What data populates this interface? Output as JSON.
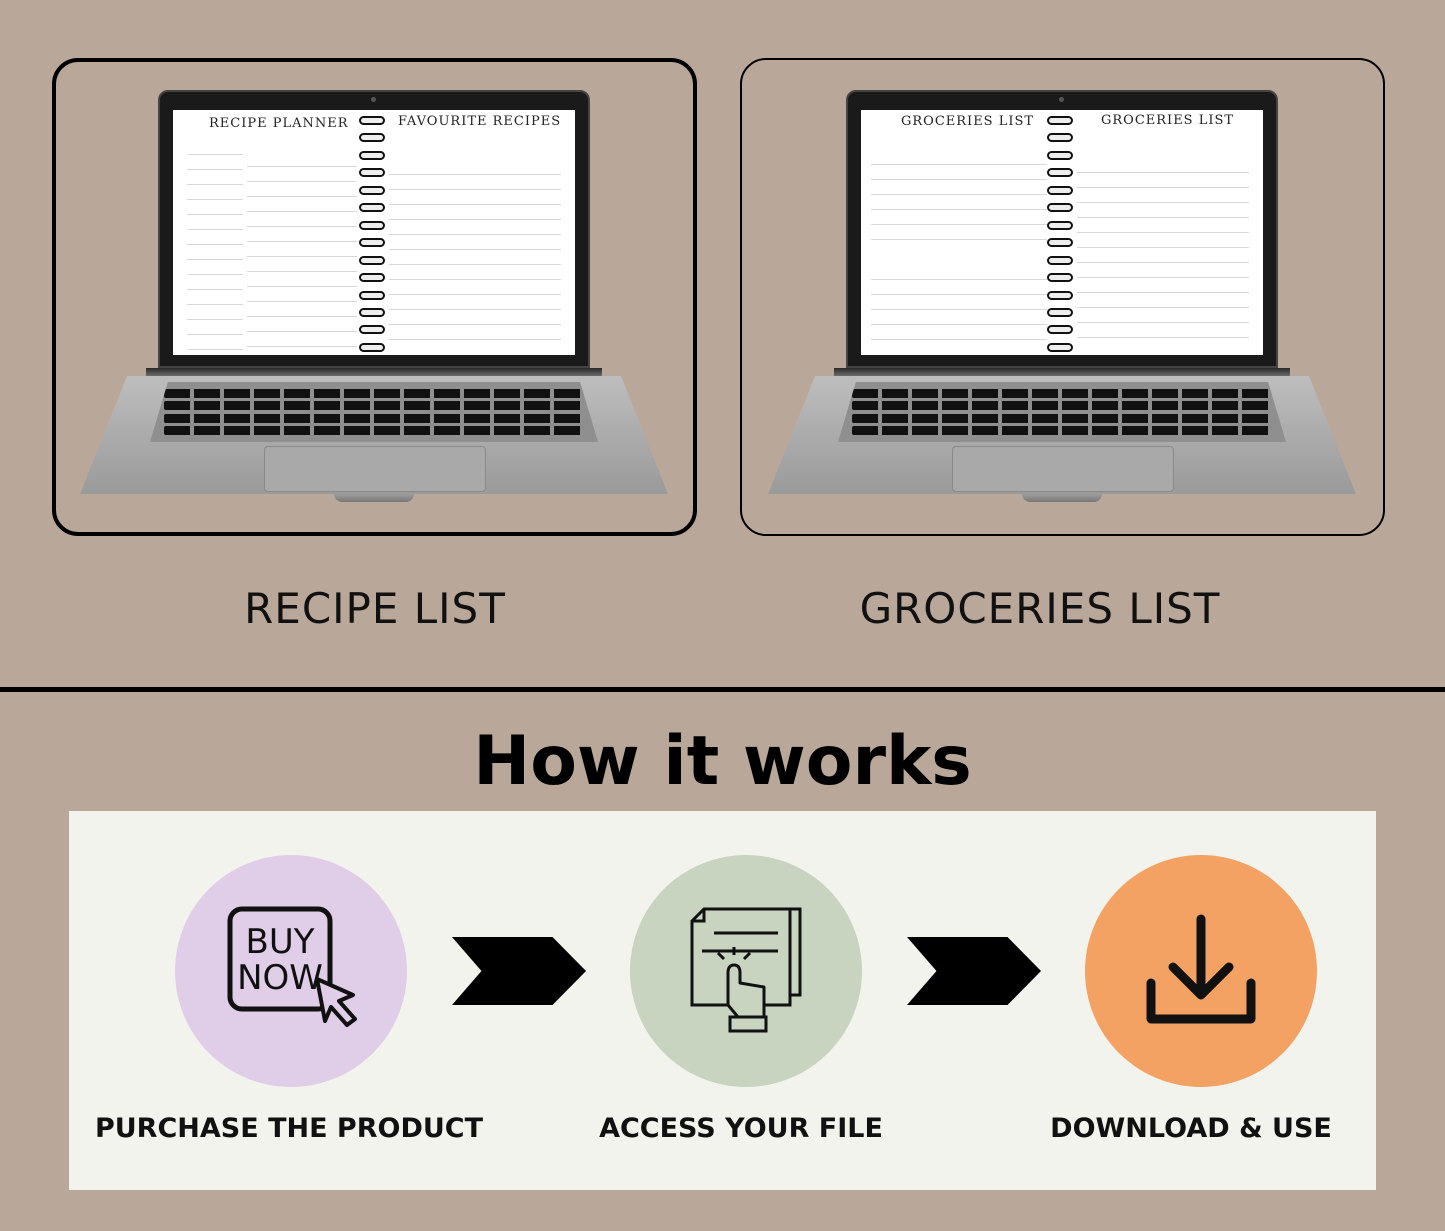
{
  "left_mockup": {
    "left_page_title": "RECIPE PLANNER",
    "right_page_title": "FAVOURITE RECIPES",
    "caption": "RECIPE LIST"
  },
  "right_mockup": {
    "left_page_title": "GROCERIES LIST",
    "right_page_title": "GROCERIES LIST",
    "caption": "GROCERIES LIST"
  },
  "how_it_works": {
    "heading": "How it works",
    "steps": [
      {
        "label": "PURCHASE THE PRODUCT",
        "icon": "buy-now-icon",
        "icon_text_1": "BUY",
        "icon_text_2": "NOW",
        "color": "#e0cde8"
      },
      {
        "label": "ACCESS YOUR FILE",
        "icon": "document-touch-icon",
        "color": "#c8d3c0"
      },
      {
        "label": "DOWNLOAD & USE",
        "icon": "download-icon",
        "color": "#f3a263"
      }
    ]
  },
  "colors": {
    "background": "#b9a89a",
    "panel": "#f3f3ee"
  }
}
